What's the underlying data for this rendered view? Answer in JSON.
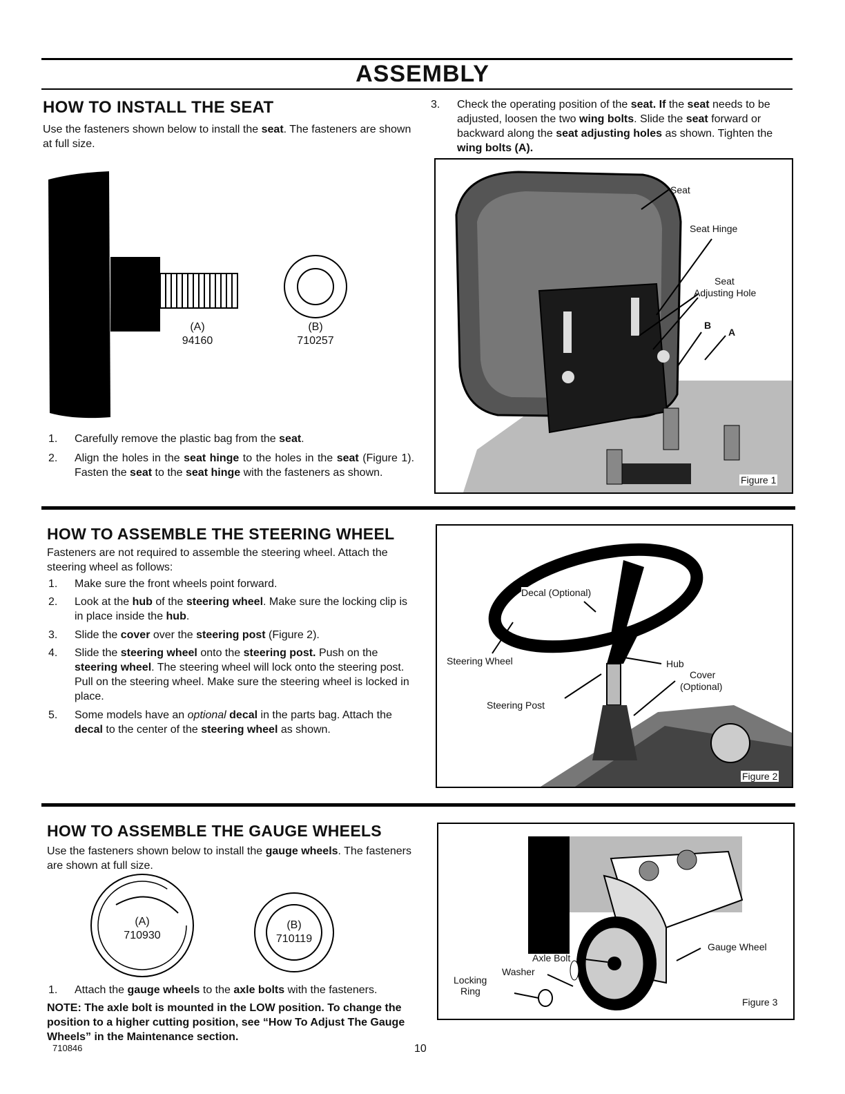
{
  "page_title": "ASSEMBLY",
  "seat": {
    "heading": "HOW TO INSTALL THE SEAT",
    "intro_parts": [
      "Use the fasteners shown below to install the ",
      "seat",
      ". The fasteners are shown at full size."
    ],
    "fastener_a": {
      "letter": "(A)",
      "number": "94160"
    },
    "fastener_b": {
      "letter": "(B)",
      "number": "710257"
    },
    "steps": [
      {
        "num": "1.",
        "parts": [
          "Carefully remove the plastic bag from the ",
          "seat",
          "."
        ]
      },
      {
        "num": "2.",
        "parts": [
          "Align the holes in the ",
          "seat hinge",
          " to the holes in the ",
          "seat",
          " (Figure 1). Fasten the ",
          "seat",
          " to the ",
          "seat hinge",
          " with the fasteners as shown."
        ]
      },
      {
        "num": "3.",
        "parts": [
          "Check the operating position of the ",
          "seat. If",
          " the ",
          "seat",
          " needs to be adjusted, loosen the two ",
          "wing bolts",
          ". Slide the ",
          "seat",
          " forward or backward along the ",
          "seat adjusting holes",
          " as shown. Tighten the ",
          "wing bolts (A)."
        ]
      }
    ],
    "figure": {
      "caption": "Figure 1",
      "labels": {
        "seat": "Seat",
        "seat_hinge": "Seat Hinge",
        "adjusting_hole_1": "Seat",
        "adjusting_hole_2": "Adjusting Hole",
        "b": "B",
        "a": "A"
      }
    }
  },
  "steering": {
    "heading": "HOW TO ASSEMBLE THE STEERING WHEEL",
    "intro": "Fasteners are not required to assemble the steering wheel. Attach the steering wheel as follows:",
    "steps": [
      {
        "num": "1.",
        "parts": [
          "Make sure the front wheels point forward."
        ]
      },
      {
        "num": "2.",
        "parts": [
          "Look at the ",
          "hub",
          " of the ",
          "steering wheel",
          ". Make sure the locking clip is in place inside the ",
          "hub",
          "."
        ]
      },
      {
        "num": "3.",
        "parts": [
          "Slide the ",
          "cover",
          " over the ",
          "steering post",
          " (Figure 2)."
        ]
      },
      {
        "num": "4.",
        "parts": [
          "Slide the ",
          "steering wheel",
          " onto the ",
          "steering post.",
          " Push on the ",
          "steering wheel",
          ". The steering wheel will lock onto the steering post. Pull on the steering wheel. Make sure the steering wheel is locked in place."
        ]
      },
      {
        "num": "5.",
        "parts": [
          "Some models have an ",
          "optional",
          " ",
          "decal",
          " in the parts bag. Attach the ",
          "decal",
          " to the center of the ",
          "steering wheel",
          " as shown."
        ]
      }
    ],
    "figure": {
      "caption": "Figure 2",
      "labels": {
        "decal": "Decal (Optional)",
        "steering_wheel": "Steering Wheel",
        "hub": "Hub",
        "cover_1": "Cover",
        "cover_2": "(Optional)",
        "steering_post": "Steering Post"
      }
    }
  },
  "gauge": {
    "heading": "HOW TO ASSEMBLE THE GAUGE WHEELS",
    "intro_parts": [
      "Use the fasteners shown below to install the ",
      "gauge wheels",
      ". The fasteners are shown at full size."
    ],
    "fastener_a": {
      "letter": "(A)",
      "number": "710930"
    },
    "fastener_b": {
      "letter": "(B)",
      "number": "710119"
    },
    "steps": [
      {
        "num": "1.",
        "parts": [
          "Attach the ",
          "gauge wheels",
          " to the ",
          "axle bolts",
          " with the fasteners."
        ]
      }
    ],
    "note": "NOTE: The axle bolt is mounted in the LOW position. To change the position to a higher cutting position, see “How To Adjust The Gauge Wheels” in the Maintenance section.",
    "figure": {
      "caption": "Figure 3",
      "labels": {
        "gauge_wheel": "Gauge Wheel",
        "axle_bolt": "Axle Bolt",
        "washer": "Washer",
        "locking_1": "Locking",
        "locking_2": "Ring"
      }
    }
  },
  "footer": {
    "part_number": "710846",
    "page_number": "10"
  }
}
